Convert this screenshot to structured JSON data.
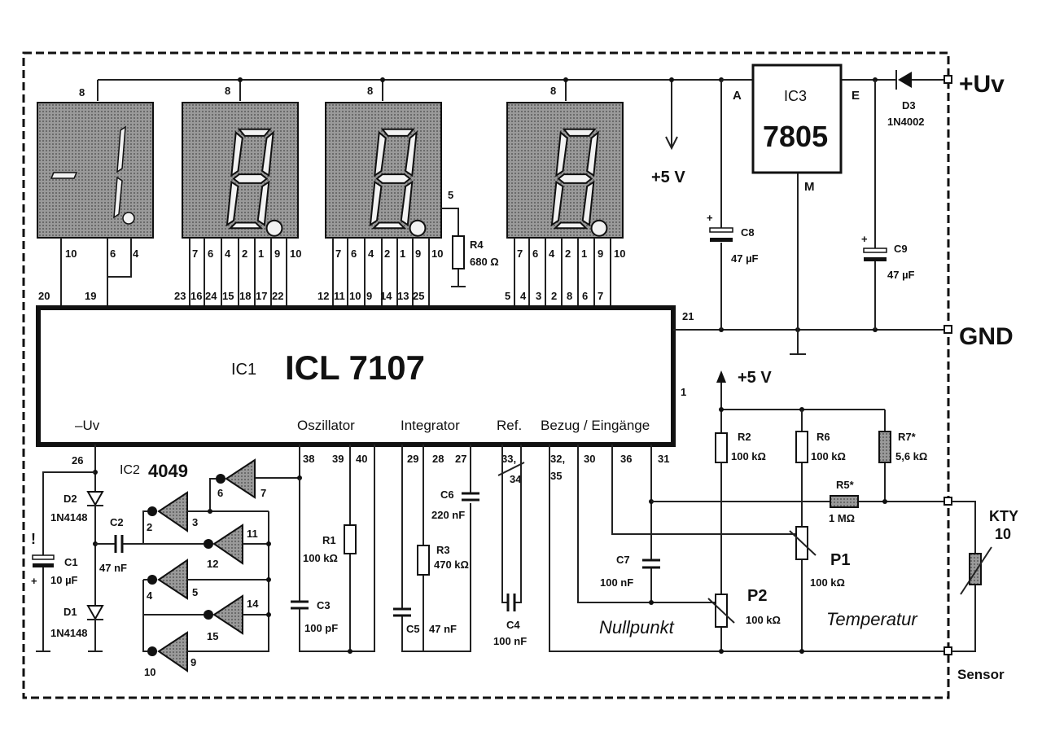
{
  "ic1": {
    "ref": "IC1",
    "name": "ICL 7107"
  },
  "ic1_sections": {
    "minus_uv": "–Uv",
    "osc": "Oszillator",
    "int": "Integrator",
    "ref": "Ref.",
    "bezug": "Bezug / Eingänge"
  },
  "ic1_pins_top": [
    "20",
    "19",
    "23",
    "16",
    "24",
    "15",
    "18",
    "17",
    "22",
    "12",
    "11",
    "10",
    "9",
    "14",
    "13",
    "25",
    "5",
    "4",
    "3",
    "2",
    "8",
    "6",
    "7"
  ],
  "ic1_pins_right": {
    "p21": "21",
    "p1": "1"
  },
  "ic1_pins_bottom": [
    "26",
    "38",
    "39",
    "40",
    "29",
    "28",
    "27",
    "33,",
    "34",
    "32,",
    "35",
    "30",
    "36",
    "31"
  ],
  "displays": [
    {
      "common": "8",
      "pins": [
        "10",
        "6",
        "4"
      ]
    },
    {
      "common": "8",
      "pins": [
        "7",
        "6",
        "4",
        "2",
        "1",
        "9",
        "10"
      ]
    },
    {
      "common": "8",
      "pins": [
        "7",
        "6",
        "4",
        "2",
        "1",
        "9",
        "10"
      ],
      "dp": "5"
    },
    {
      "common": "8",
      "pins": [
        "7",
        "6",
        "4",
        "2",
        "1",
        "9",
        "10"
      ]
    }
  ],
  "r4": {
    "name": "R4",
    "value": "680 Ω"
  },
  "ic3": {
    "ref": "IC3",
    "name": "7805",
    "pin_a": "A",
    "pin_e": "E",
    "pin_m": "M"
  },
  "d3": {
    "name": "D3",
    "value": "1N4002"
  },
  "rails": {
    "plus_uv": "+Uv",
    "gnd": "GND",
    "plus5_top": "+5 V",
    "plus5_mid": "+5 V"
  },
  "c8": {
    "name": "C8",
    "value": "47 µF"
  },
  "c9": {
    "name": "C9",
    "value": "47 µF"
  },
  "ic2": {
    "ref": "IC2",
    "name": "4049"
  },
  "gates": [
    {
      "in": "6",
      "out": "7"
    },
    {
      "in": "2",
      "out": "3"
    },
    {
      "in": "11",
      "out": "12"
    },
    {
      "in": "4",
      "out": "5"
    },
    {
      "in": "14",
      "out": "15"
    },
    {
      "in": "10",
      "out": "9"
    }
  ],
  "d2": {
    "name": "D2",
    "value": "1N4148"
  },
  "d1": {
    "name": "D1",
    "value": "1N4148"
  },
  "c1": {
    "name": "C1",
    "value": "10 µF",
    "mark": "!"
  },
  "c2": {
    "name": "C2",
    "value": "47 nF"
  },
  "r1": {
    "name": "R1",
    "value": "100 kΩ"
  },
  "c3": {
    "name": "C3",
    "value": "100 pF"
  },
  "c6": {
    "name": "C6",
    "value": "220 nF"
  },
  "r3": {
    "name": "R3",
    "value": "470 kΩ"
  },
  "c5": {
    "name": "C5",
    "value": "47 nF"
  },
  "c4": {
    "name": "C4",
    "value": "100 nF"
  },
  "c7": {
    "name": "C7",
    "value": "100 nF"
  },
  "r2": {
    "name": "R2",
    "value": "100 kΩ"
  },
  "r6": {
    "name": "R6",
    "value": "100 kΩ"
  },
  "r7": {
    "name": "R7*",
    "value": "5,6 kΩ"
  },
  "r5": {
    "name": "R5*",
    "value": "1 MΩ"
  },
  "p1": {
    "name": "P1",
    "value": "100 kΩ"
  },
  "p2": {
    "name": "P2",
    "value": "100 kΩ"
  },
  "captions": {
    "nullpunkt": "Nullpunkt",
    "temperatur": "Temperatur",
    "sensor": "Sensor"
  },
  "kty": {
    "name": "KTY",
    "value": "10"
  }
}
